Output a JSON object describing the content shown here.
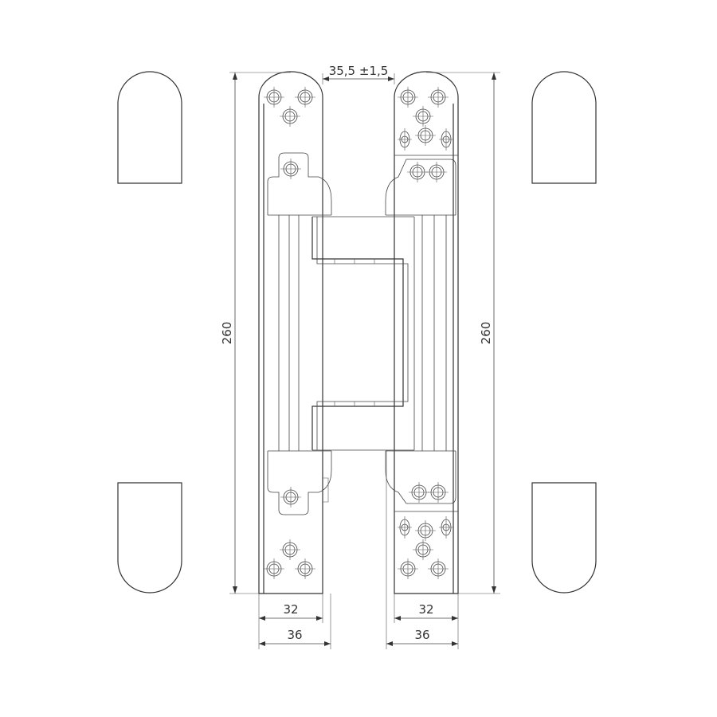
{
  "dimensions": {
    "top_gap": "35,5 ±1,5",
    "height_left": "260",
    "height_right": "260",
    "left_inner_width": "32",
    "left_outer_width": "36",
    "right_inner_width": "32",
    "right_outer_width": "36"
  },
  "colors": {
    "stroke": "#333333",
    "background": "#ffffff"
  }
}
